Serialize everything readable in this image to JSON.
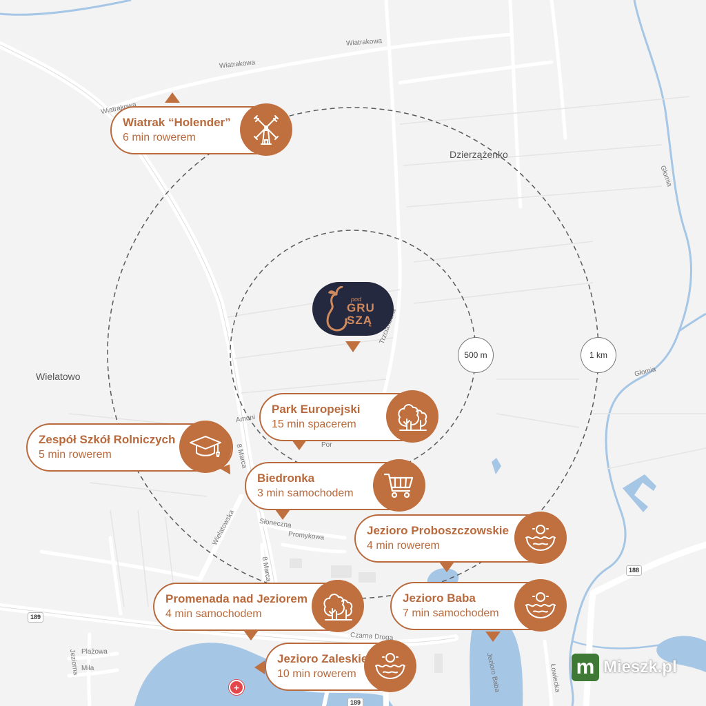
{
  "map": {
    "places": {
      "dzierzazenko": "Dzierzążenko",
      "wielatowo": "Wielatowo"
    },
    "streets": {
      "wiatrakowa_1": "Wiatrakowa",
      "wiatrakowa_2": "Wiatrakowa",
      "wiatrakowa_3": "Wiatrakowa",
      "trzcianecka": "Trzcianecka",
      "glomia_1": "Głomia",
      "glomia_2": "Głomia",
      "marca_1": "8 Marca",
      "marca_2": "8 Marca",
      "wielatowska": "Wielatowska",
      "sloneczna": "Słoneczna",
      "promykowa": "Promykowa",
      "czarna_droga": "Czarna Droga",
      "plazowa": "Plażowa",
      "mila": "Miła",
      "jeziorna": "Jeziorna",
      "jezioro_baba_street": "Jezioro Baba",
      "lowiecka": "Łowiecka",
      "amoniowa": "Amoni",
      "ponczowa": "Por"
    },
    "road_numbers": {
      "r189_left": "189",
      "r189_bottom": "189",
      "r188": "188"
    },
    "radius_labels": {
      "inner": "500 m",
      "outer": "1 km"
    },
    "colors": {
      "accent": "#c0703f",
      "accent_dark": "#b86a3d",
      "logo_bg": "#25293f",
      "water": "#a6c6e6",
      "road": "#ffffff",
      "background": "#f3f3f3"
    }
  },
  "logo": {
    "small": "pod",
    "line1": "GRU",
    "line2": "SZĄ"
  },
  "pois": [
    {
      "name": "Wiatrak “Holender”",
      "time": "6 min rowerem",
      "icon": "windmill-icon"
    },
    {
      "name": "Park Europejski",
      "time": "15 min spacerem",
      "icon": "trees-icon"
    },
    {
      "name": "Zespół Szkół Rolniczych",
      "time": "5 min rowerem",
      "icon": "graduation-cap-icon"
    },
    {
      "name": "Biedronka",
      "time": "3 min samochodem",
      "icon": "shopping-cart-icon"
    },
    {
      "name": "Jezioro Proboszczowskie",
      "time": "4 min rowerem",
      "icon": "lake-icon"
    },
    {
      "name": "Promenada nad Jeziorem",
      "time": "4 min samochodem",
      "icon": "trees-icon"
    },
    {
      "name": "Jezioro Baba",
      "time": "7 min samochodem",
      "icon": "lake-icon"
    },
    {
      "name": "Jezioro Zaleskie",
      "time": "10 min rowerem",
      "icon": "lake-icon"
    }
  ],
  "watermark": {
    "letter": "m",
    "text": "Mieszk.pl"
  }
}
